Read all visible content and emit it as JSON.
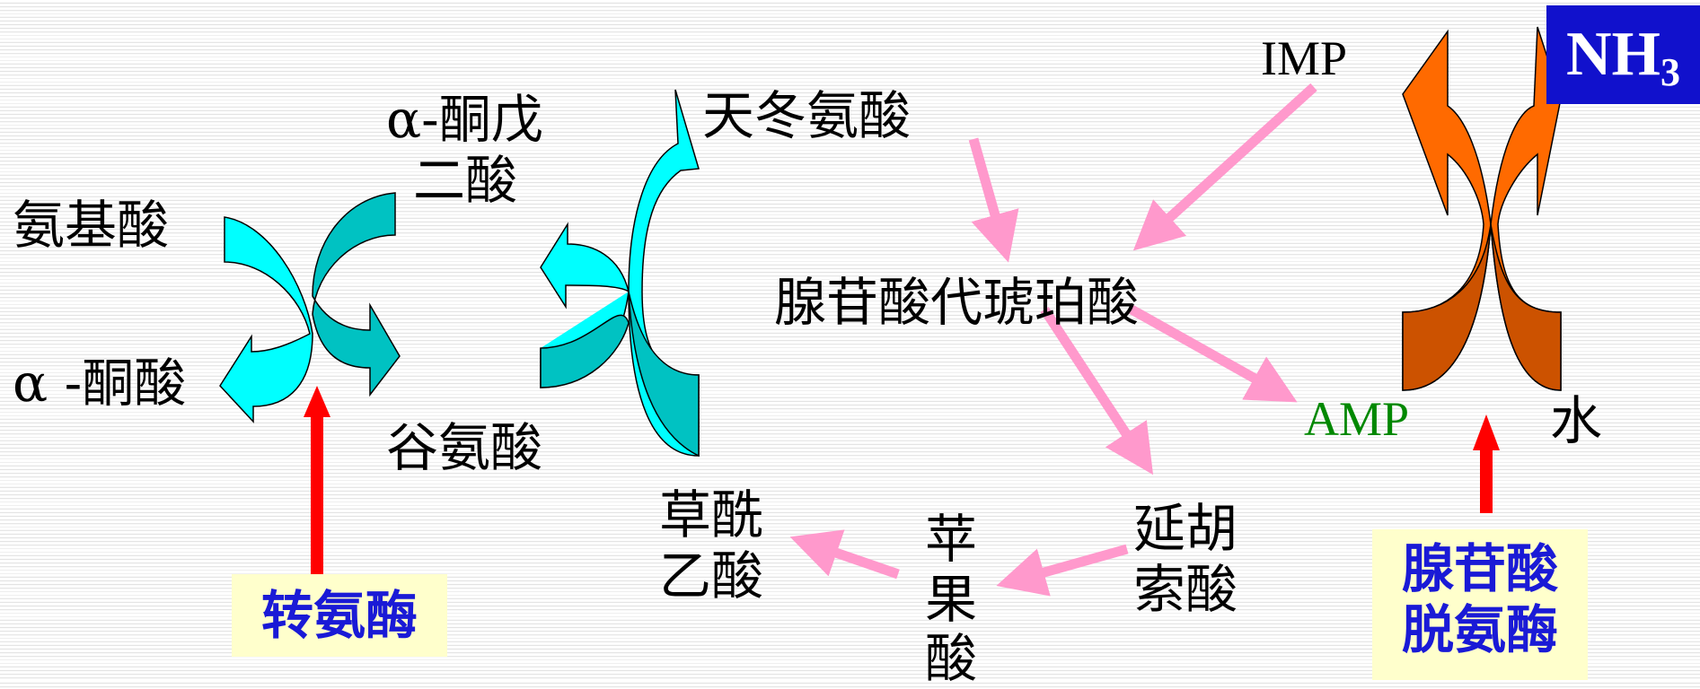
{
  "transamination": {
    "left_in": "氨基酸",
    "left_out": "α -酮酸",
    "right_in_lines": [
      "α-酮戊",
      "二酸"
    ],
    "right_out": "谷氨酸",
    "enzyme": "转氨酶"
  },
  "cycle": {
    "aspartate": "天冬氨酸",
    "imp": "IMP",
    "adenylosuccinate": "腺苷酸代琥珀酸",
    "amp": "AMP",
    "fumarate_lines": [
      "延胡",
      "索酸"
    ],
    "malate_lines": [
      "苹",
      "果",
      "酸"
    ],
    "oxaloacetate_lines": [
      "草酰",
      "乙酸"
    ]
  },
  "deamination": {
    "nh3": "NH",
    "nh3_sub": "3",
    "water": "水",
    "enzyme_lines": [
      "腺苷酸",
      "脱氨酶"
    ]
  },
  "colors": {
    "teal_dark": "#00c2c2",
    "cyan_light": "#00ffff",
    "orange_light": "#ff6a00",
    "orange_dark": "#cc5200",
    "pink_arrow": "#ff99cc",
    "red_arrow": "#ff0000",
    "enzyme_text": "#1a1ad6",
    "enzyme_bg": "#ffffcc",
    "amp_text": "#008800",
    "nh3_bg": "#1111cc"
  },
  "icons": [
    "curved-cross-arrow-icon",
    "pink-arrow-icon",
    "red-up-arrow-icon"
  ]
}
